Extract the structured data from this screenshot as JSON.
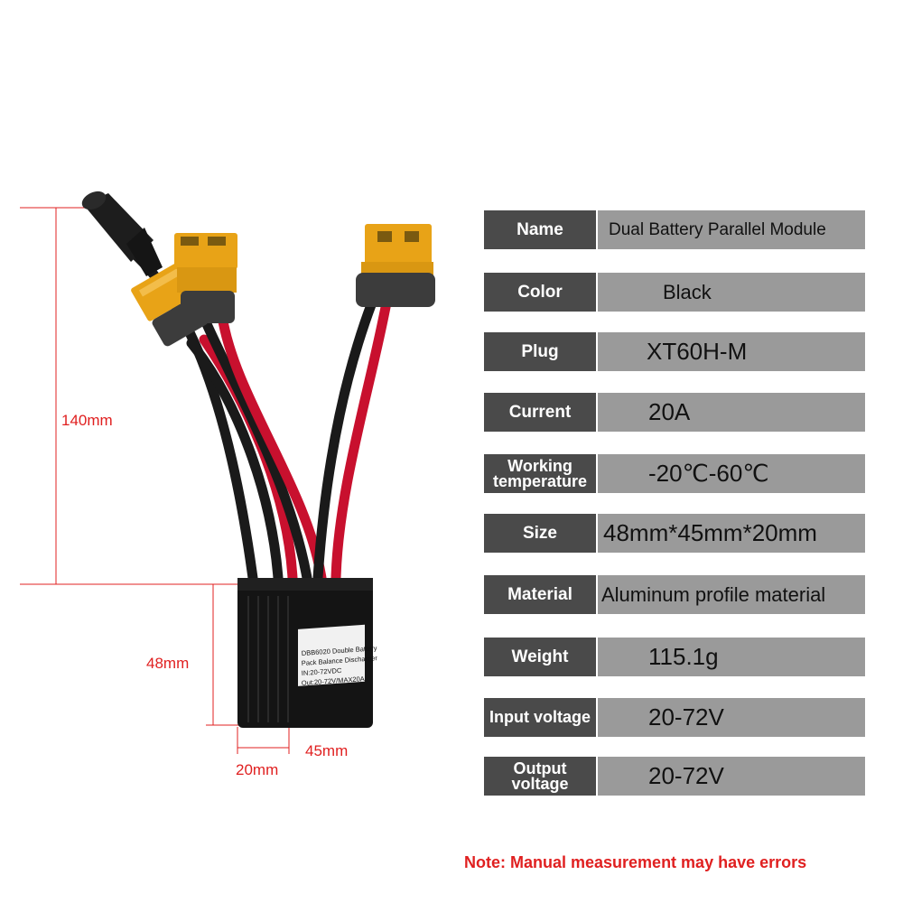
{
  "product_label": {
    "line1": "DBB6020 Double Battery",
    "line2": "Pack Balance Discharger",
    "line3": "IN:20-72VDC",
    "line4": "Out:20-72V/MAX20A"
  },
  "dimensions": {
    "height": "140mm",
    "box_height": "48mm",
    "width": "45mm",
    "depth": "20mm"
  },
  "specs": {
    "name": {
      "label": "Name",
      "value": "Dual Battery Parallel Module"
    },
    "color": {
      "label": "Color",
      "value": "Black"
    },
    "plug": {
      "label": "Plug",
      "value": "XT60H-M"
    },
    "current": {
      "label": "Current",
      "value": "20A"
    },
    "working_temperature": {
      "label_line1": "Working",
      "label_line2": "temperature",
      "value": "-20℃-60℃"
    },
    "size": {
      "label": "Size",
      "value": "48mm*45mm*20mm"
    },
    "material": {
      "label": "Material",
      "value": "Aluminum profile material"
    },
    "weight": {
      "label": "Weight",
      "value": "115.1g"
    },
    "input_voltage": {
      "label": "Input voltage",
      "value": "20-72V"
    },
    "output_voltage": {
      "label_line1": "Output",
      "label_line2": "voltage",
      "value": "20-72V"
    }
  },
  "note": "Note: Manual measurement may have errors",
  "colors": {
    "label_bg": "#4a4a4a",
    "value_bg": "#9a9a9a",
    "accent_red": "#e02020",
    "connector_yellow": "#e8a317",
    "wire_red": "#c8102e"
  }
}
